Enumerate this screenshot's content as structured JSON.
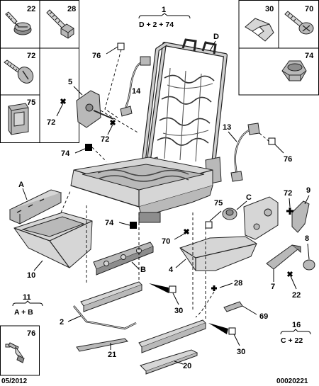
{
  "labels": {
    "n22": "22",
    "n28": "28",
    "n72": "72",
    "n75": "75",
    "n30": "30",
    "n70": "70",
    "n74": "74",
    "n76": "76",
    "group1": "1",
    "group1_formula": "D + 2 + 74",
    "D": "D",
    "c76a": "76",
    "c14": "14",
    "c5": "5",
    "c72a": "72",
    "c72b": "72",
    "c74a": "74",
    "c13": "13",
    "c76b": "76",
    "A": "A",
    "c75": "75",
    "C": "C",
    "c72c": "72",
    "c9": "9",
    "c74b": "74",
    "c70": "70",
    "c8": "8",
    "c4": "4",
    "c10": "10",
    "B": "B",
    "c7": "7",
    "c22": "22",
    "c11": "11",
    "c11_formula": "A + B",
    "c28": "28",
    "c2": "2",
    "c30a": "30",
    "c69": "69",
    "c16": "16",
    "c16_formula": "C + 22",
    "c21": "21",
    "c30b": "30",
    "c20": "20"
  },
  "footer": {
    "date": "05/2012",
    "ref": "00020221"
  }
}
